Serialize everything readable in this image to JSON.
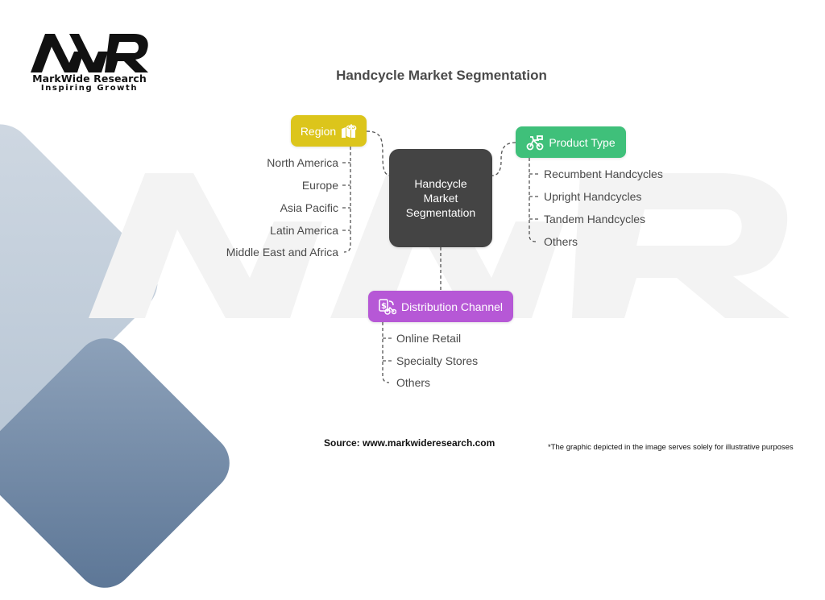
{
  "brand": {
    "logo_text": "MWR",
    "name": "MarkWide Research",
    "tagline": "Inspiring Growth"
  },
  "title": "Handcycle Market Segmentation",
  "center_node": {
    "lines": [
      "Handcycle",
      "Market",
      "Segmentation"
    ],
    "color": "#444444"
  },
  "segments": {
    "region": {
      "label": "Region",
      "icon": "map-bicycle-icon",
      "color": "#dcc51b",
      "items": [
        "North America",
        "Europe",
        "Asia Pacific",
        "Latin America",
        "Middle East and Africa"
      ]
    },
    "product_type": {
      "label": "Product Type",
      "icon": "cargo-bike-icon",
      "color": "#3fc07a",
      "items": [
        "Recumbent Handcycles",
        "Upright Handcycles",
        "Tandem Handcycles",
        "Others"
      ]
    },
    "distribution_channel": {
      "label": "Distribution Channel",
      "icon": "dollar-bike-icon",
      "color": "#b658d6",
      "items": [
        "Online Retail",
        "Specialty Stores",
        "Others"
      ]
    }
  },
  "footer": {
    "source": "Source: www.markwideresearch.com",
    "note": "*The graphic depicted in the image serves solely for illustrative purposes"
  }
}
